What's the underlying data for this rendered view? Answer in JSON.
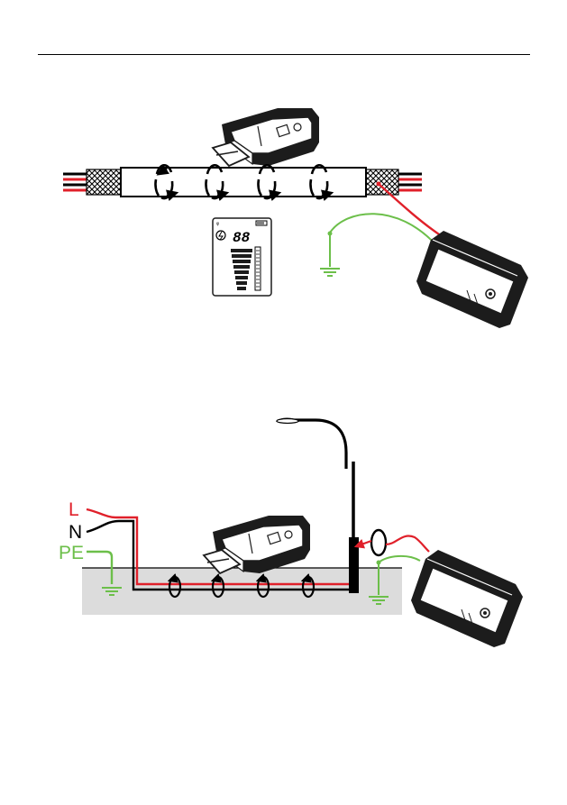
{
  "labels": {
    "line": "L",
    "neutral": "N",
    "protective_earth": "PE"
  },
  "lcd": {
    "digits": "88"
  },
  "colors": {
    "live_wire": "#e0202a",
    "earth_wire": "#6cbf4a",
    "ground_fill": "#dcdcdc",
    "device_body": "#1c1c1c"
  },
  "icons": [
    "clamp-receiver-icon",
    "transmitter-icon",
    "ground-symbol-icon",
    "signal-arrow-icon",
    "street-lamp-icon",
    "battery-icon",
    "lightning-icon"
  ]
}
